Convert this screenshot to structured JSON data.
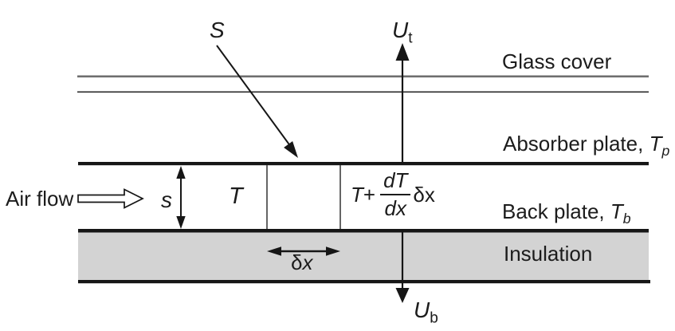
{
  "figure": {
    "description": "Cross-section diagram of a solar air heater collector with energy balance on a fluid element",
    "colors": {
      "background": "#ffffff",
      "line": "#161616",
      "glass_top_line": "#6e6e6e",
      "glass_bottom_line": "#2a2a2a",
      "control_volume_line": "#4a4a4a",
      "insulation_fill": "#d3d3d3",
      "text": "#1c1c1c"
    },
    "labels": {
      "solar_radiation": "S",
      "top_loss": {
        "base": "U",
        "sub": "t"
      },
      "glass_cover": "Glass cover",
      "absorber_plate_prefix": "Absorber plate, ",
      "absorber_plate_symbol": {
        "base": "T",
        "sub": "p"
      },
      "air_flow": "Air flow",
      "gap": "s",
      "fluid_temp": "T",
      "fluid_temp_out": {
        "pre_var": "T",
        "pre_op": "+",
        "numerator": "dT",
        "denominator": "dx",
        "post_delta": "δ",
        "post_var": "x"
      },
      "back_plate_prefix": "Back plate, ",
      "back_plate_symbol": {
        "base": "T",
        "sub": "b"
      },
      "delta_x_delta": "δ",
      "delta_x_var": "x",
      "insulation": "Insulation",
      "bottom_loss": {
        "base": "U",
        "sub": "b"
      }
    }
  }
}
